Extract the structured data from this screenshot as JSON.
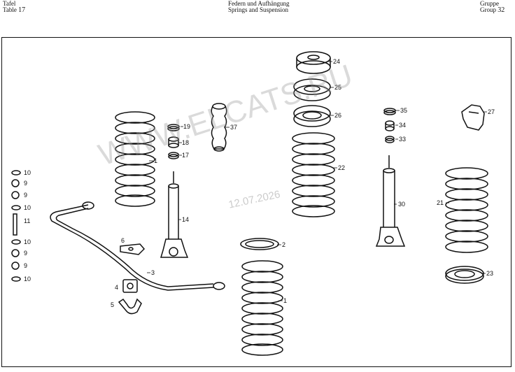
{
  "header": {
    "tafel": "Tafel",
    "table": "Table",
    "table_number": "17",
    "title_de": "Federn und Aufhängung",
    "title_en": "Springs and Suspension",
    "gruppe": "Gruppe",
    "group": "Group",
    "group_number": "32"
  },
  "watermark": {
    "site": "WWW.ELCATS.RU",
    "date": "12.07.2026"
  },
  "callouts": [
    "24",
    "25",
    "26",
    "35",
    "34",
    "33",
    "27",
    "37",
    "19",
    "18",
    "17",
    "22",
    "1",
    "10",
    "9",
    "9",
    "10",
    "11",
    "10",
    "9",
    "9",
    "10",
    "14",
    "6",
    "3",
    "4",
    "5",
    "2",
    "1",
    "30",
    "21",
    "23"
  ]
}
